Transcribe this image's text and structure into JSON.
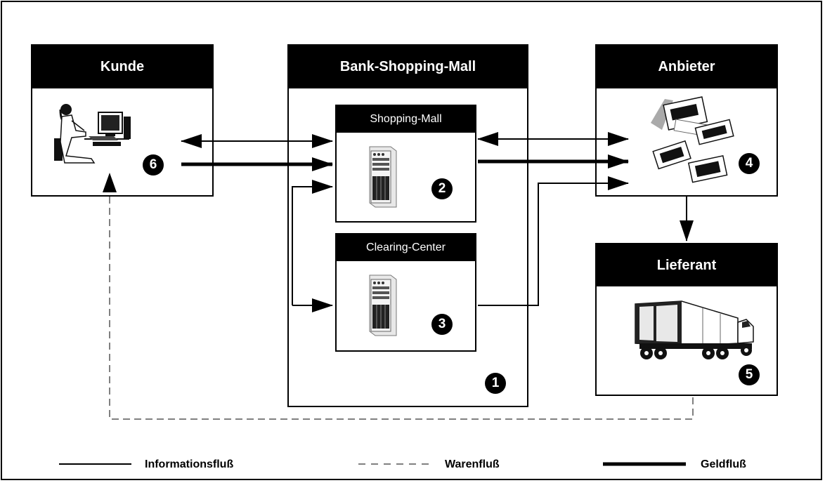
{
  "boxes": {
    "kunde": "Kunde",
    "mall": "Bank-Shopping-Mall",
    "anbieter": "Anbieter",
    "lieferant": "Lieferant",
    "shopping_mall": "Shopping-Mall",
    "clearing_center": "Clearing-Center"
  },
  "badges": {
    "b1": "1",
    "b2": "2",
    "b3": "3",
    "b4": "4",
    "b5": "5",
    "b6": "6"
  },
  "legend": {
    "info": "Informationsfluß",
    "ware": "Warenfluß",
    "geld": "Geldfluß"
  },
  "icons": [
    "person-at-computer-icon",
    "server-tower-icon",
    "documents-icon",
    "truck-icon"
  ]
}
